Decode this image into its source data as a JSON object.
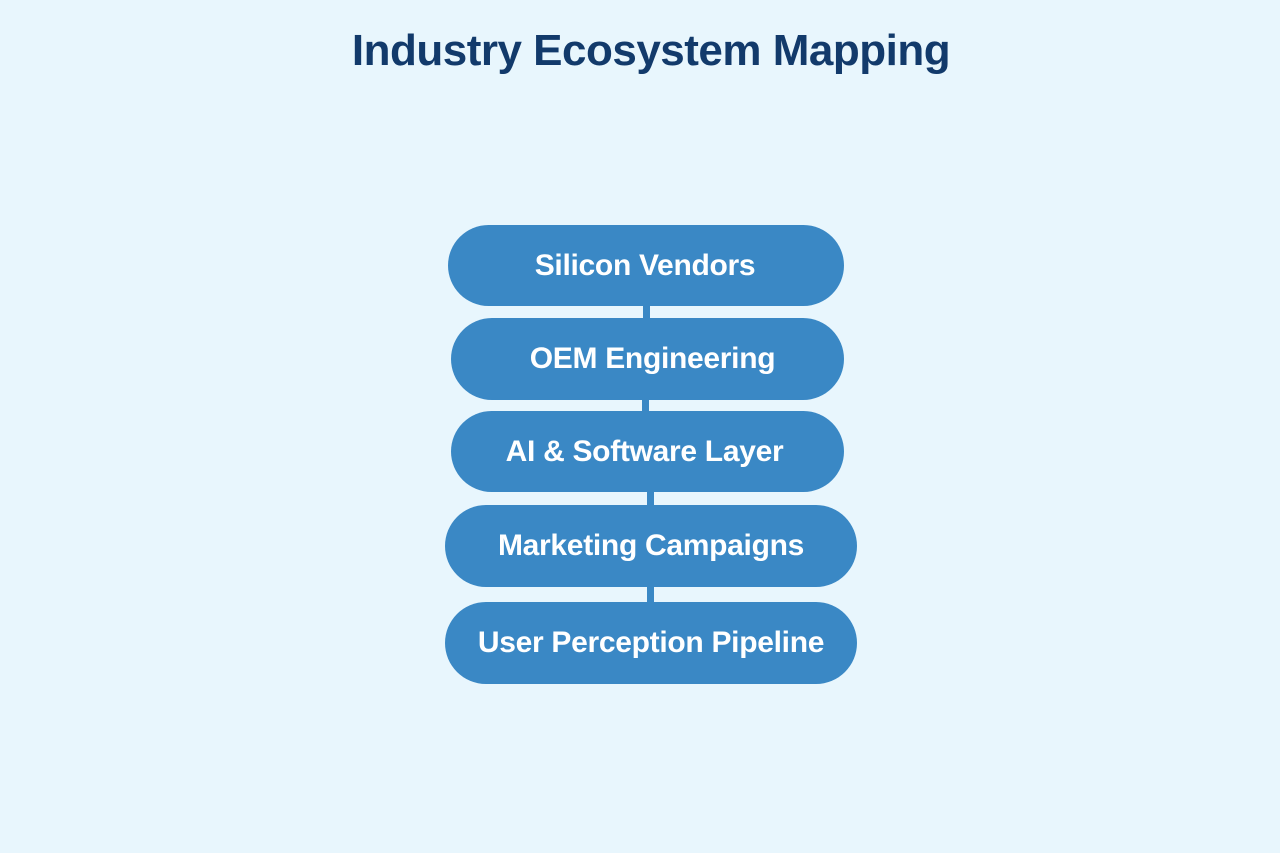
{
  "title": "Industry Ecosystem Mapping",
  "diagram": {
    "type": "vertical-flow",
    "nodes": [
      {
        "label": "Silicon Vendors"
      },
      {
        "label": "OEM Engineering"
      },
      {
        "label": "AI & Software Layer"
      },
      {
        "label": "Marketing Campaigns"
      },
      {
        "label": "User Perception Pipeline"
      }
    ],
    "edges": [
      {
        "from": "Silicon Vendors",
        "to": "OEM Engineering"
      },
      {
        "from": "OEM Engineering",
        "to": "AI & Software Layer"
      },
      {
        "from": "AI & Software Layer",
        "to": "Marketing Campaigns"
      },
      {
        "from": "Marketing Campaigns",
        "to": "User Perception Pipeline"
      }
    ]
  },
  "colors": {
    "background": "#E8F6FD",
    "node_fill": "#3A88C5",
    "node_text": "#FFFFFF",
    "title": "#123A6B"
  }
}
